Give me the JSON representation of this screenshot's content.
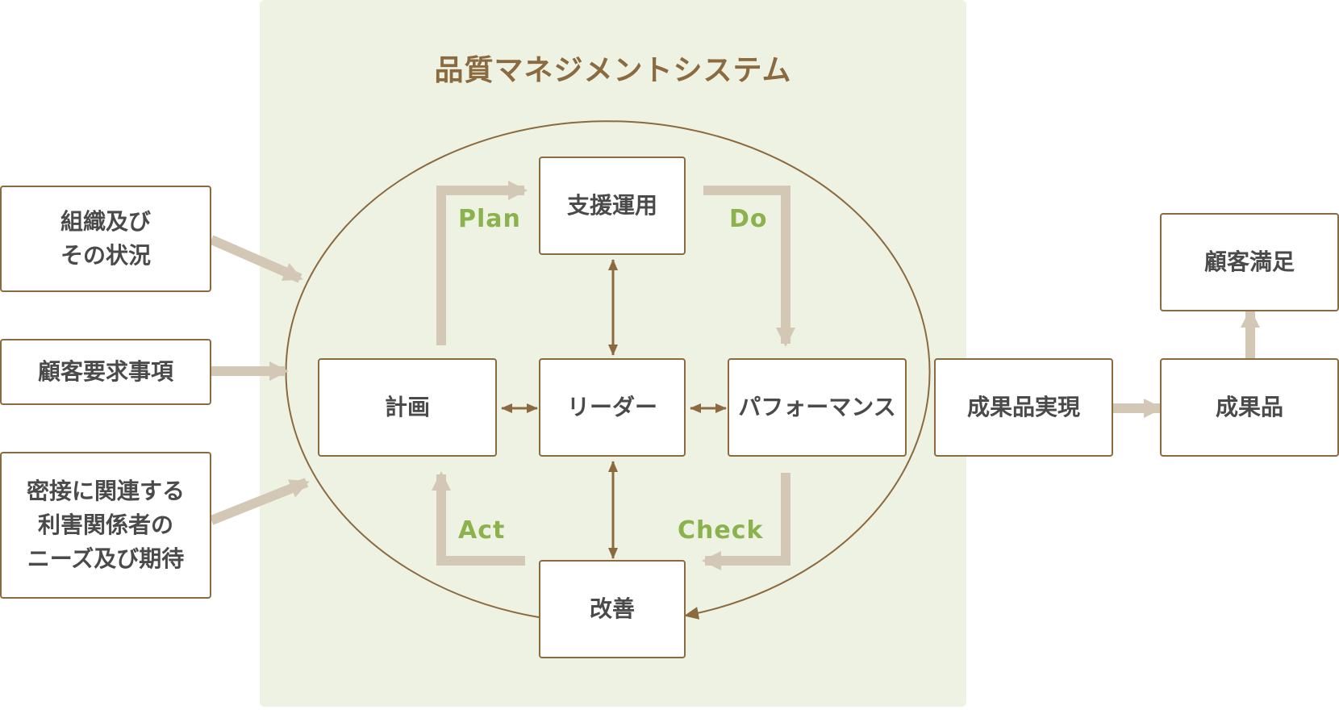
{
  "diagram": {
    "title": "品質マネジメントシステム",
    "inputs": {
      "context": "組織及び\nその状況",
      "customer_requirements": "顧客要求事項",
      "stakeholders": "密接に関連する\n利害関係者の\nニーズ及び期待"
    },
    "cycle": {
      "plan_box": "計画",
      "support_box": "支援運用",
      "leader_box": "リーダー",
      "performance_box": "パフォーマンス",
      "improvement_box": "改善"
    },
    "labels": {
      "plan": "Plan",
      "do": "Do",
      "check": "Check",
      "act": "Act"
    },
    "outputs": {
      "realization": "成果品実現",
      "product": "成果品",
      "satisfaction": "顧客満足"
    },
    "colors": {
      "panel": "#eef2e3",
      "border": "#8a6a3e",
      "title": "#8a6a3e",
      "pdca_label": "#8bb24d",
      "flow_arrow": "#d3c7b5",
      "text": "#4a4a4a"
    }
  }
}
